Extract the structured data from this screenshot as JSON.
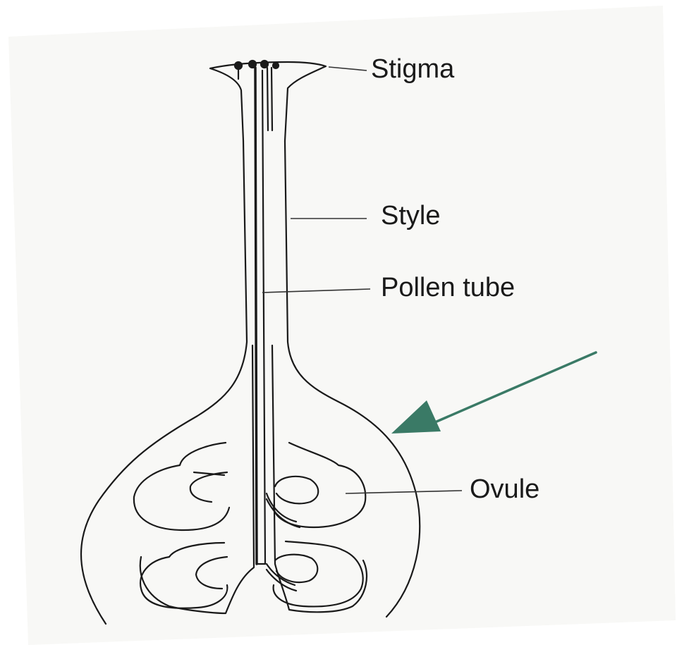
{
  "diagram": {
    "labels": {
      "stigma": "Stigma",
      "style": "Style",
      "pollen_tube": "Pollen tube",
      "ovule": "Ovule"
    },
    "colors": {
      "paper": "#f8f8f6",
      "ink": "#1a1a1a",
      "arrow": "#3a7a66"
    }
  }
}
